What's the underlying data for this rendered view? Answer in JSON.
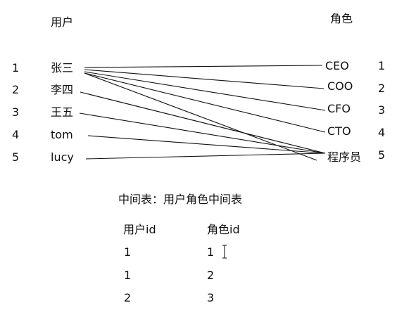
{
  "headers": {
    "user": "用户",
    "role": "角色"
  },
  "users": [
    {
      "no": "1",
      "name": "张三"
    },
    {
      "no": "2",
      "name": "李四"
    },
    {
      "no": "3",
      "name": "王五"
    },
    {
      "no": "4",
      "name": "tom"
    },
    {
      "no": "5",
      "name": "lucy"
    }
  ],
  "roles": [
    {
      "no": "1",
      "name": "CEO"
    },
    {
      "no": "2",
      "name": "COO"
    },
    {
      "no": "3",
      "name": "CFO"
    },
    {
      "no": "4",
      "name": "CTO"
    },
    {
      "no": "5",
      "name": "程序员"
    }
  ],
  "links": [
    {
      "from": 1,
      "to": 1
    },
    {
      "from": 1,
      "to": 2
    },
    {
      "from": 1,
      "to": 3
    },
    {
      "from": 1,
      "to": 4
    },
    {
      "from": 1,
      "to": 5
    },
    {
      "from": 2,
      "to": 5
    },
    {
      "from": 3,
      "to": 5
    },
    {
      "from": 4,
      "to": 5
    },
    {
      "from": 5,
      "to": 5
    }
  ],
  "middle_table": {
    "caption": "中间表：用户角色中间表",
    "columns": [
      "用户id",
      "角色id"
    ],
    "rows": [
      [
        "1",
        "1"
      ],
      [
        "1",
        "2"
      ],
      [
        "2",
        "3"
      ]
    ]
  }
}
